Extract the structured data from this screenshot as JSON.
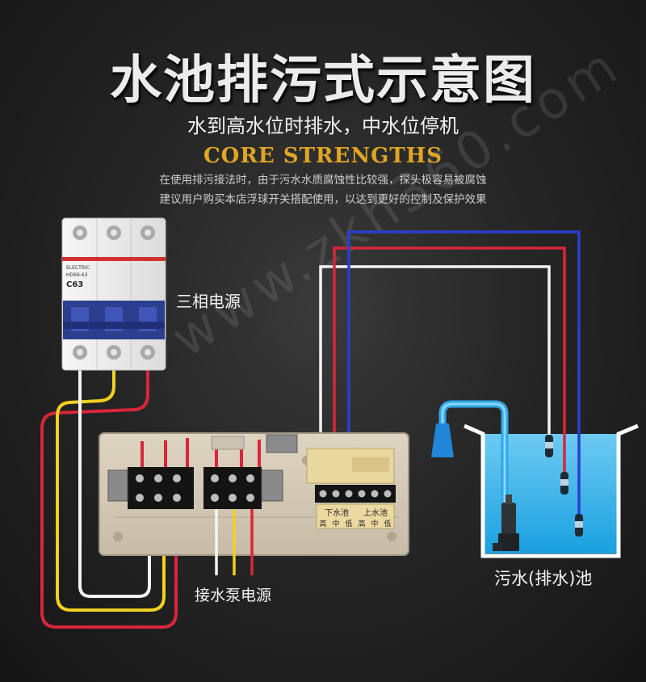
{
  "title": "水池排污式示意图",
  "subtitle": "水到高水位时排水，中水位停机",
  "section_heading": "CORE STRENGTHS",
  "description": [
    "在使用排污接法时，由于污水水质腐蚀性比较强，探头极容易被腐蚀",
    "建议用户购买本店浮球开关搭配使用，以达到更好的控制及保护效果"
  ],
  "labels": {
    "power": "三相电源",
    "pump_power": "接水泵电源",
    "tank": "污水(排水)池"
  },
  "watermark": "www.zkh360.com",
  "breaker": {
    "brand": "ELECTRIC",
    "model": "HD66-63",
    "rating": "C63"
  },
  "controller": {
    "lower_label": "下水池",
    "upper_label": "上水池",
    "levels": [
      "高",
      "中",
      "低"
    ]
  },
  "colors": {
    "wire_red": "#d8263a",
    "wire_yellow": "#f1d020",
    "wire_white": "#f3f3f3",
    "wire_blue": "#2a3fd0",
    "water": "#1aa0e0",
    "core_gold": "#e0a623"
  }
}
